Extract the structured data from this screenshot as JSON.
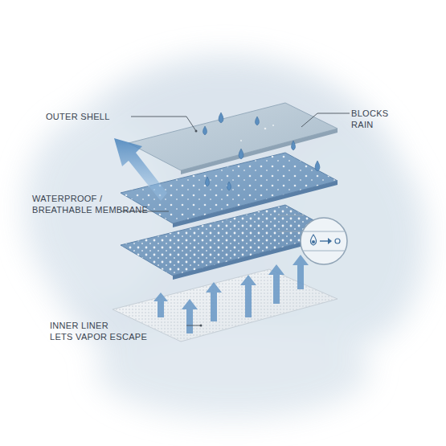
{
  "diagram": {
    "labels": [
      "OUTER SHELL",
      "BLOCKS RAIN",
      "WATERPROOF / BREATHABLE MEMBRANE",
      "INNER LINER",
      "LETS VAPOR ESCAPE"
    ]
  }
}
